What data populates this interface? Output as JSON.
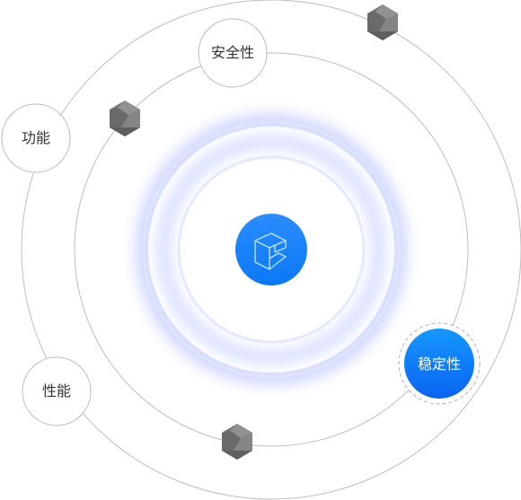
{
  "nodes": {
    "security": {
      "label": "安全性",
      "state": "default"
    },
    "function": {
      "label": "功能",
      "state": "default"
    },
    "performance": {
      "label": "性能",
      "state": "default"
    },
    "stability": {
      "label": "稳定性",
      "state": "active"
    }
  },
  "center": {
    "icon": "cube-logo-icon",
    "label": ""
  },
  "planets": {
    "icon": "gray-polyhedron-icon"
  },
  "colors": {
    "orbit_line": "#b8b8b8",
    "node_border": "#b8b8b8",
    "node_text": "#333333",
    "active_node_gradient_start": "#1e90ff",
    "active_node_gradient_end": "#0066ff",
    "active_node_text": "#ffffff",
    "glow": "#5b73ff",
    "center_gradient_start": "#1f8bff",
    "center_gradient_end": "#0070f3",
    "planet_fill": "#7a7a7a"
  }
}
